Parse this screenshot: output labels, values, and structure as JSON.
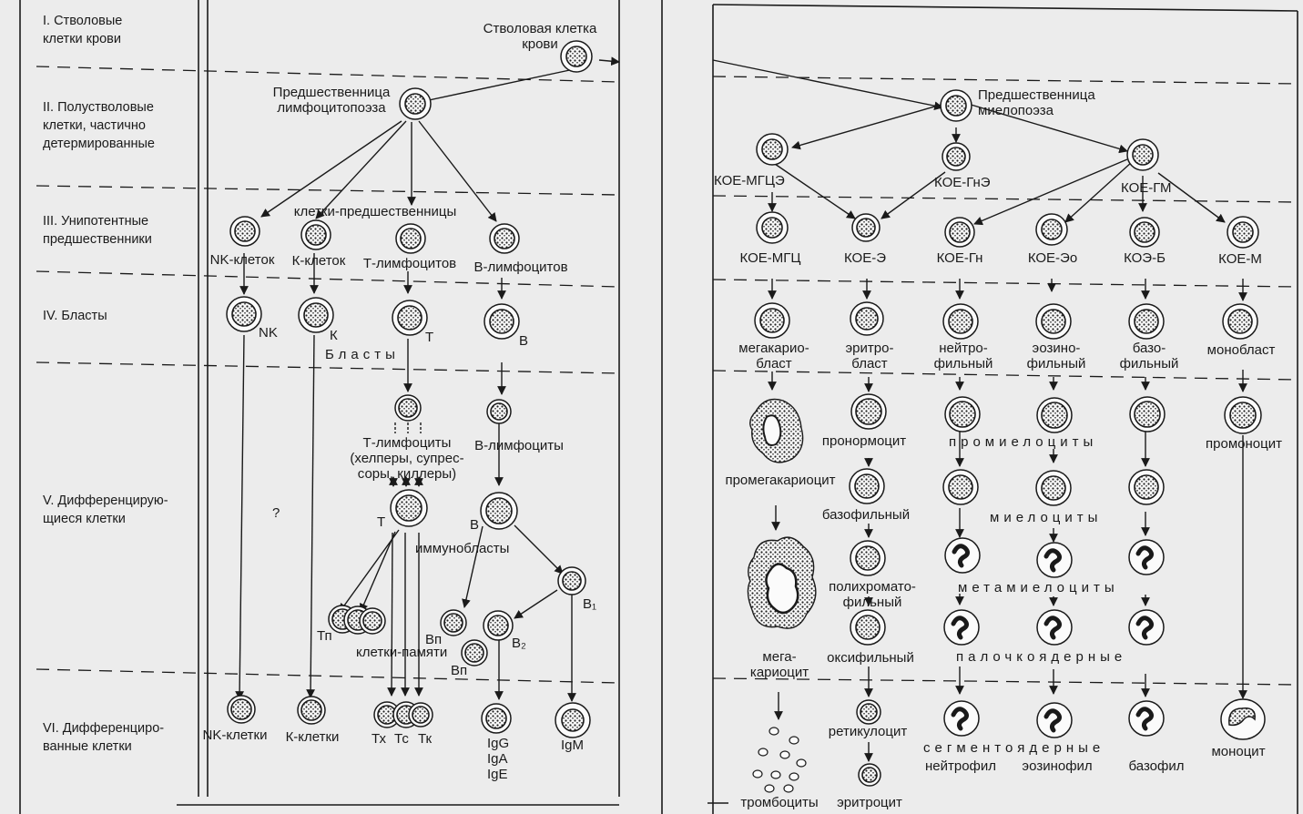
{
  "levels": [
    "I. Стволовые\nклетки крови",
    "II. Полустволовые\nклетки, частично\nдетермированные",
    "III. Унипотентные\nпредшественники",
    "IV. Бласты",
    "V. Дифференцирую-\nщиеся клетки",
    "VI. Дифференциро-\nванные клетки"
  ],
  "left": {
    "stem": "Стволовая клетка\nкрови",
    "lymph_progenitor": "Предшественница\nлимфоцитопоэза",
    "precursors_header": "клетки-предшественницы",
    "precursors": [
      "NK-клеток",
      "К-клеток",
      "Т-лимфоцитов",
      "В-лимфоцитов"
    ],
    "blast_letters": [
      "NK",
      "К",
      "Т",
      "В"
    ],
    "blasts_label": "Бласты",
    "t_lymphocytes": "Т-лимфоциты\n(хелперы, супрес-\nсоры, киллеры)",
    "b_lymphocytes": "В-лимфоциты",
    "question": "?",
    "t_label": "Т",
    "b_label": "В",
    "immunoblasts": "иммунобласты",
    "b1": "B₁",
    "b2": "B₂",
    "tp": "Тп",
    "bp": "Вп",
    "bp2": "Вп",
    "memory": "клетки-памяти",
    "nk_cells": "NK-клетки",
    "k_cells": "К-клетки",
    "t_subsets": [
      "Тх",
      "Тс",
      "Тк"
    ],
    "igs": "IgG\nIgA\nIgE",
    "igm": "IgM"
  },
  "right": {
    "myelo_progenitor": "Предшественница\nмиелопоэза",
    "koe_mgce": "КОЕ-МГЦЭ",
    "koe_gne": "КОЕ-ГнЭ",
    "koe_gm": "КОЕ-ГМ",
    "cfu": [
      "КОЕ-МГЦ",
      "КОЕ-Э",
      "КОЕ-Гн",
      "КОЕ-Эо",
      "КОЭ-Б",
      "КОЕ-М"
    ],
    "blasts": [
      "мегакарио-\nбласт",
      "эритро-\nбласт",
      "нейтро-\nфильный",
      "эозино-\nфильный",
      "базо-\nфильный",
      "монобласт"
    ],
    "promyelocytes": "промиелоциты",
    "myelocytes": "миелоциты",
    "metamyelocytes": "метамиелоциты",
    "band": "палочкоядерные",
    "segmented": "сегментоядерные",
    "pronormocyte": "пронормоцит",
    "basophilic": "базофильный",
    "polychromato": "полихромато-\nфильный",
    "oxyphilic": "оксифильный",
    "reticulocyte": "ретикулоцит",
    "promegakaryocyte": "промегакариоцит",
    "megakaryocyte": "мега-\nкариоцит",
    "promonocyte": "промоноцит",
    "neutrophil": "нейтрофил",
    "eosinophil": "эозинофил",
    "basophil": "базофил",
    "monocyte": "моноцит",
    "thrombocytes": "тромбоциты",
    "erythrocyte": "эритроцит"
  }
}
